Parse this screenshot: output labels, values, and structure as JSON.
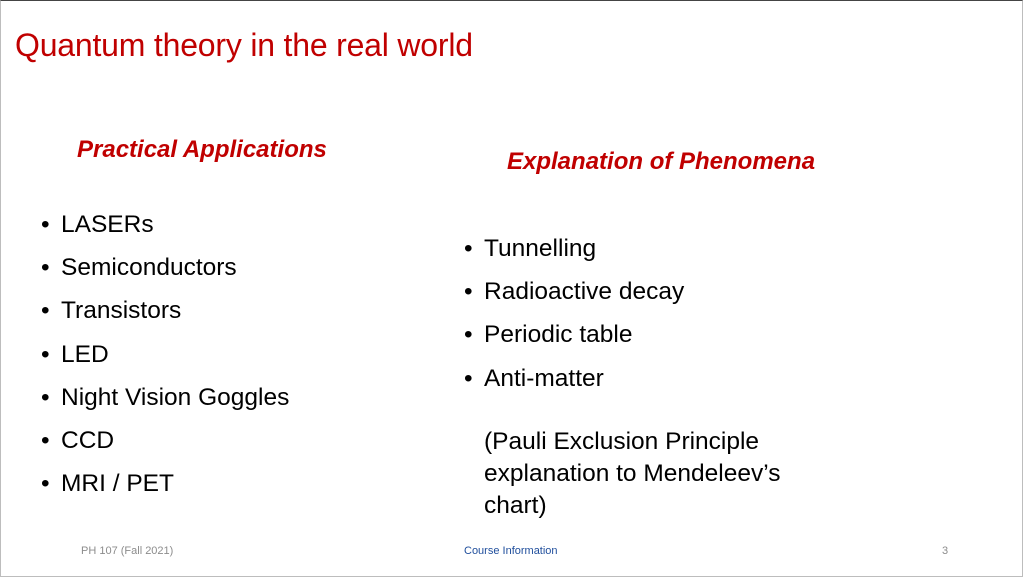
{
  "slide": {
    "title": "Quantum theory in the real world",
    "left_column": {
      "heading": "Practical Applications",
      "items": [
        "LASERs",
        "Semiconductors",
        "Transistors",
        "LED",
        "Night Vision Goggles",
        "CCD",
        "MRI / PET"
      ]
    },
    "right_column": {
      "heading": "Explanation of Phenomena",
      "items": [
        "Tunnelling",
        "Radioactive decay",
        "Periodic table",
        "Anti-matter"
      ],
      "note": "(Pauli Exclusion Principle explanation to Mendeleev’s chart)"
    },
    "bullet_glyph": "•"
  },
  "footer": {
    "course": "PH 107 (Fall 2021)",
    "section": "Course Information",
    "page_number": "3"
  },
  "colors": {
    "title": "#c00000",
    "heading": "#c00000",
    "body_text": "#000000",
    "footer_text": "#8c8c8c",
    "footer_link": "#1f4e9c"
  }
}
